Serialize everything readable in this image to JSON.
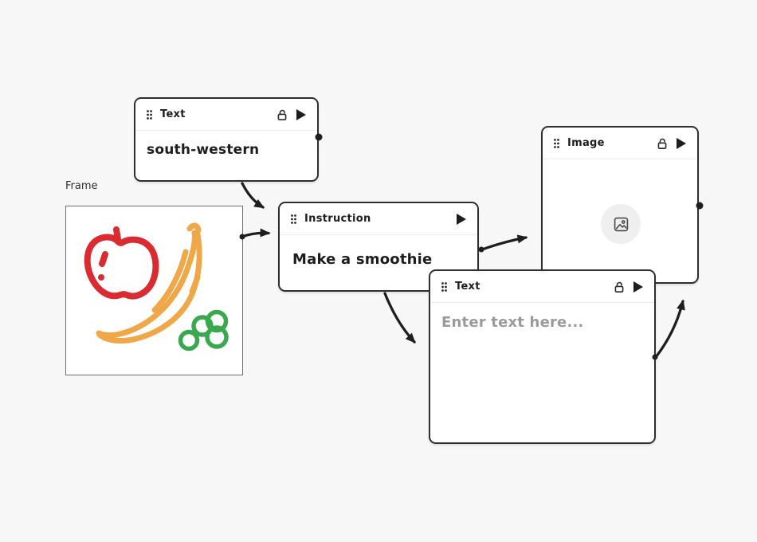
{
  "colors": {
    "canvas_background": "#f7f7f8",
    "node_border": "#2f2f2f",
    "arrow": "#1f1f1f",
    "apple": "#d92b30",
    "banana": "#efa748",
    "grapes": "#3aa84f",
    "placeholder_text": "#9a9a9a"
  },
  "frame": {
    "label": "Frame"
  },
  "nodes": {
    "text1": {
      "title": "Text",
      "content": "south-western"
    },
    "instruction": {
      "title": "Instruction",
      "content": "Make a smoothie"
    },
    "image": {
      "title": "Image"
    },
    "text2": {
      "title": "Text",
      "placeholder": "Enter text here..."
    }
  }
}
